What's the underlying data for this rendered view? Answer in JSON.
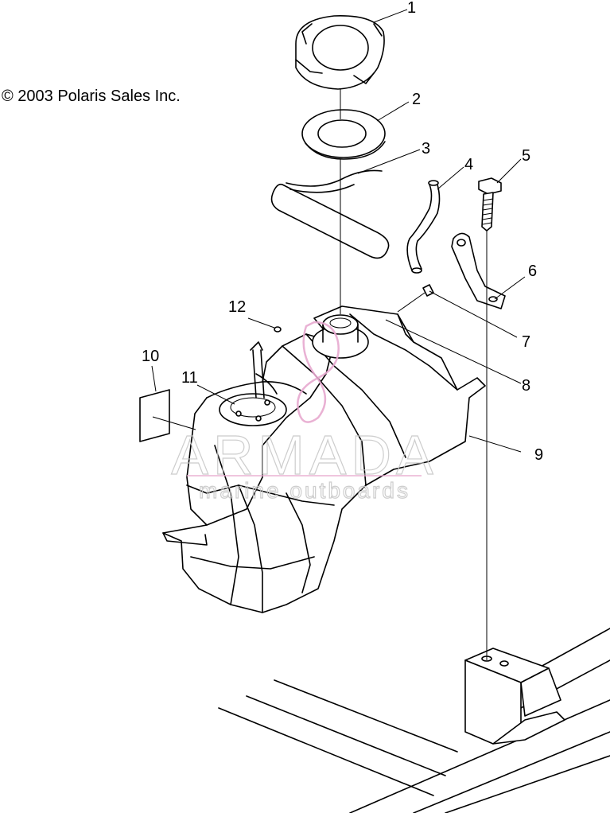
{
  "copyright": "© 2003 Polaris Sales Inc.",
  "watermark": {
    "brand": "ARMADA",
    "tagline": "marine outboards",
    "accent_color": "#e7a9cf"
  },
  "callouts": [
    "1",
    "2",
    "3",
    "4",
    "5",
    "6",
    "7",
    "8",
    "9",
    "10",
    "11",
    "12"
  ]
}
